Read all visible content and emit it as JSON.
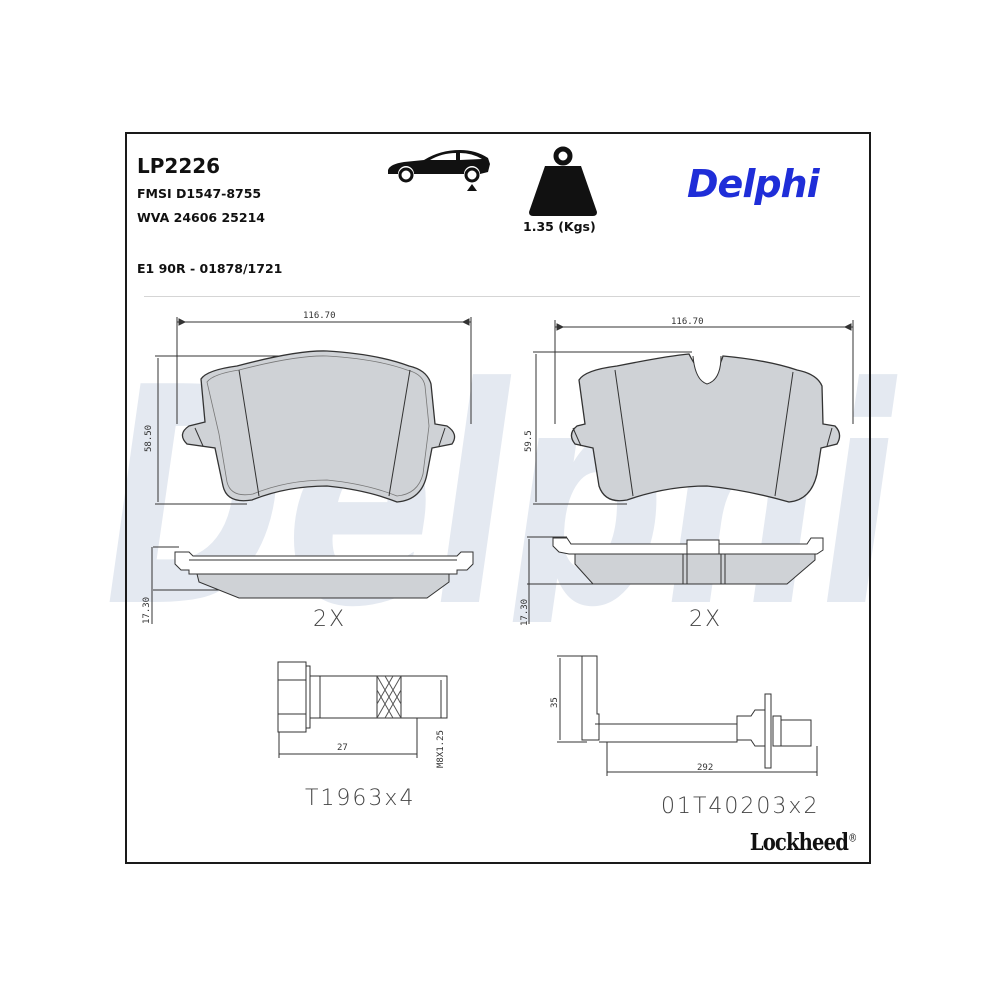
{
  "header": {
    "part_number": "LP2226",
    "fmsi": "FMSI D1547-8755",
    "wva": "WVA 24606 25214",
    "ece_approval": "E1 90R - 01878/1721",
    "weight": "1.35 (Kgs)",
    "axle_icon": "car-rear-axle-icon",
    "weight_icon": "weight-icon"
  },
  "brand": {
    "name": "Delphi",
    "color": "#1f2ed8",
    "watermark": "Delphi",
    "watermark_color": "#e4e9f1"
  },
  "pads": [
    {
      "width_dim": "116.70",
      "height_dim": "58.50",
      "thickness_dim": "17.30",
      "quantity": "2X"
    },
    {
      "width_dim": "116.70",
      "height_dim": "59.5",
      "thickness_dim": "17.30",
      "quantity": "2X"
    }
  ],
  "accessories": {
    "bolt": {
      "length_dim": "27",
      "thread_dim": "M8X1.25",
      "label": "T1963x4"
    },
    "sensor": {
      "height_dim": "35",
      "length_dim": "292",
      "label": "01T40203x2"
    }
  },
  "footer": {
    "logo": "Lockheed",
    "registered": "®"
  },
  "colors": {
    "pad_fill": "#cfd2d6",
    "line": "#333333",
    "frame": "#1a1a1a"
  }
}
